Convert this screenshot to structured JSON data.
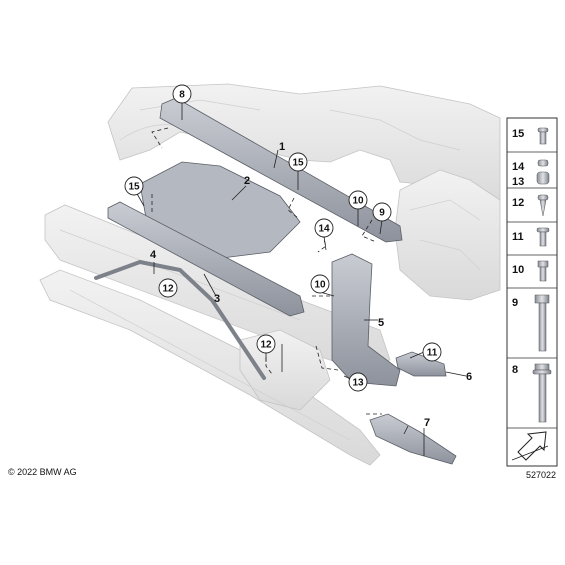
{
  "copyright": "© 2022 BMW AG",
  "diagram_id": "527022",
  "callouts": {
    "c8": "8",
    "c15a": "15",
    "c15b": "15",
    "c10a": "10",
    "c9": "9",
    "c14": "14",
    "c12a": "12",
    "c10b": "10",
    "c12b": "12",
    "c11": "11",
    "c13": "13"
  },
  "part_labels": {
    "p1": "1",
    "p2": "2",
    "p3": "3",
    "p4": "4",
    "p5": "5",
    "p6": "6",
    "p7": "7"
  },
  "legend": [
    {
      "label": "15",
      "icon": "collar-bolt-icon"
    },
    {
      "label": "14",
      "icon": "expanding-nut-icon"
    },
    {
      "label": "13",
      "icon": "expanding-nut-icon"
    },
    {
      "label": "12",
      "icon": "short-screw-icon"
    },
    {
      "label": "11",
      "icon": "flange-bolt-icon"
    },
    {
      "label": "10",
      "icon": "hex-bolt-icon"
    },
    {
      "label": "9",
      "icon": "long-hex-bolt-icon"
    },
    {
      "label": "8",
      "icon": "long-flange-bolt-icon"
    }
  ]
}
